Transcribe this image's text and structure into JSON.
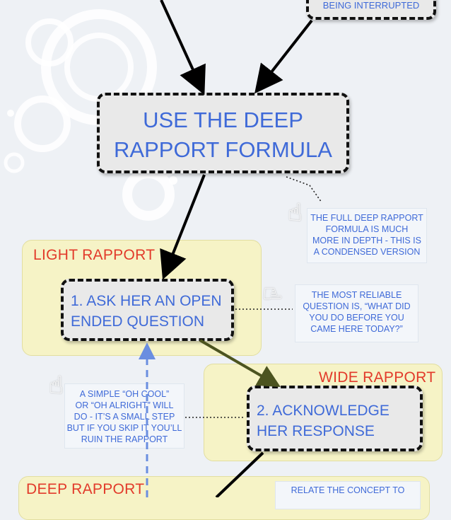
{
  "top_box": {
    "text": "BEING INTERRUPTED"
  },
  "main_box": {
    "line1": "USE THE DEEP",
    "line2": "RAPPORT FORMULA"
  },
  "note_formula": {
    "line1": "THE FULL DEEP RAPPORT",
    "line2": "FORMULA IS MUCH",
    "line3": "MORE IN DEPTH - THIS IS",
    "line4": "A CONDENSED VERSION"
  },
  "zone_light": {
    "label": "LIGHT RAPPORT"
  },
  "step1": {
    "line1": "1. ASK HER AN OPEN",
    "line2": "ENDED QUESTION"
  },
  "note_question": {
    "line1": "THE MOST RELIABLE",
    "line2": "QUESTION IS, “WHAT DID",
    "line3": "YOU DO BEFORE YOU",
    "line4": "CAME HERE TODAY?”"
  },
  "zone_wide": {
    "label": "WIDE RAPPORT"
  },
  "step2": {
    "line1": "2. ACKNOWLEDGE",
    "line2": "HER RESPONSE"
  },
  "note_ack": {
    "line1": "A SIMPLE “OH COOL”",
    "line2": "OR “OH ALRIGHT” WILL",
    "line3": "DO - IT’S A SMALL STEP",
    "line4": "BUT IF YOU SKIP IT YOU’LL",
    "line5": "RUIN THE RAPPORT"
  },
  "zone_deep": {
    "label": "DEEP RAPPORT"
  },
  "note_relate": {
    "line1": "RELATE THE CONCEPT TO"
  },
  "icons": {
    "hand": "pointing-hand-icon"
  },
  "colors": {
    "accent_text": "#3f6ad8",
    "zone_label": "#e23a2a",
    "zone_fill": "#f6f3c6"
  }
}
